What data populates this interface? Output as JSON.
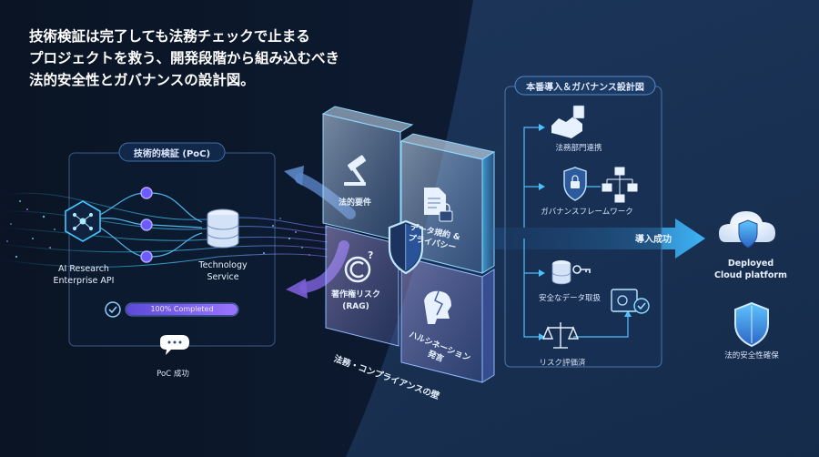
{
  "headline": {
    "line1": "技術検証は完了しても法務チェックで止まる",
    "line2": "プロジェクトを救う、開発段階から組み込むべき",
    "line3": "法的安全性とガバナンスの設計図。"
  },
  "poc": {
    "title": "技術的検証 (PoC)",
    "api_label_line1": "AI Research",
    "api_label_line2": "Enterprise API",
    "service_label_line1": "Technology",
    "service_label_line2": "Service",
    "progress_text": "100% Completed",
    "progress": 1.0,
    "success_label": "PoC 成功"
  },
  "wall": {
    "block_legal": "法的要件",
    "block_data_line1": "データ規約 &",
    "block_data_line2": "プライバシー",
    "block_copyright_line1": "著作権リスク",
    "block_copyright_line2": "(RAG)",
    "block_hallucination_line1": "ハルシネーション",
    "block_hallucination_line2": "発言",
    "caption": "法務・コンプライアンスの壁"
  },
  "production": {
    "title": "本番導入＆ガバナンス設計図",
    "legal_dept": "法務部門連携",
    "governance": "ガバナンスフレームワーク",
    "data_handling": "安全なデータ取扱",
    "risk": "リスク評価済",
    "arrow_label": "導入成功"
  },
  "deployed": {
    "label_line1": "Deployed",
    "label_line2": "Cloud platform",
    "safety_label": "法的安全性確保"
  },
  "colors": {
    "accent_cyan": "#3fd6ff",
    "accent_purple": "#9b6bff",
    "panel_border": "#3a5a86",
    "background": "#0b1526"
  }
}
